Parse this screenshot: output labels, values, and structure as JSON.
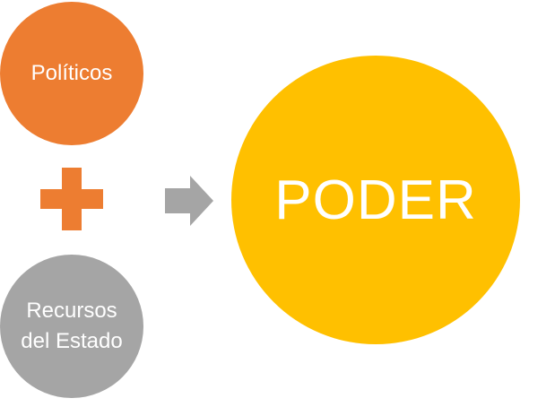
{
  "diagram": {
    "nodes": {
      "politicos": {
        "label": "Políticos",
        "color": "#ED7D31"
      },
      "recursos": {
        "label": "Recursos del Estado",
        "color": "#A5A5A5"
      },
      "poder": {
        "label": "PODER",
        "color": "#FFC000"
      }
    },
    "operator_icon": "plus-icon",
    "operator_color": "#ED7D31",
    "flow_icon": "arrow-right-icon",
    "flow_color": "#A5A5A5",
    "text_color": "#FFFFFF"
  }
}
